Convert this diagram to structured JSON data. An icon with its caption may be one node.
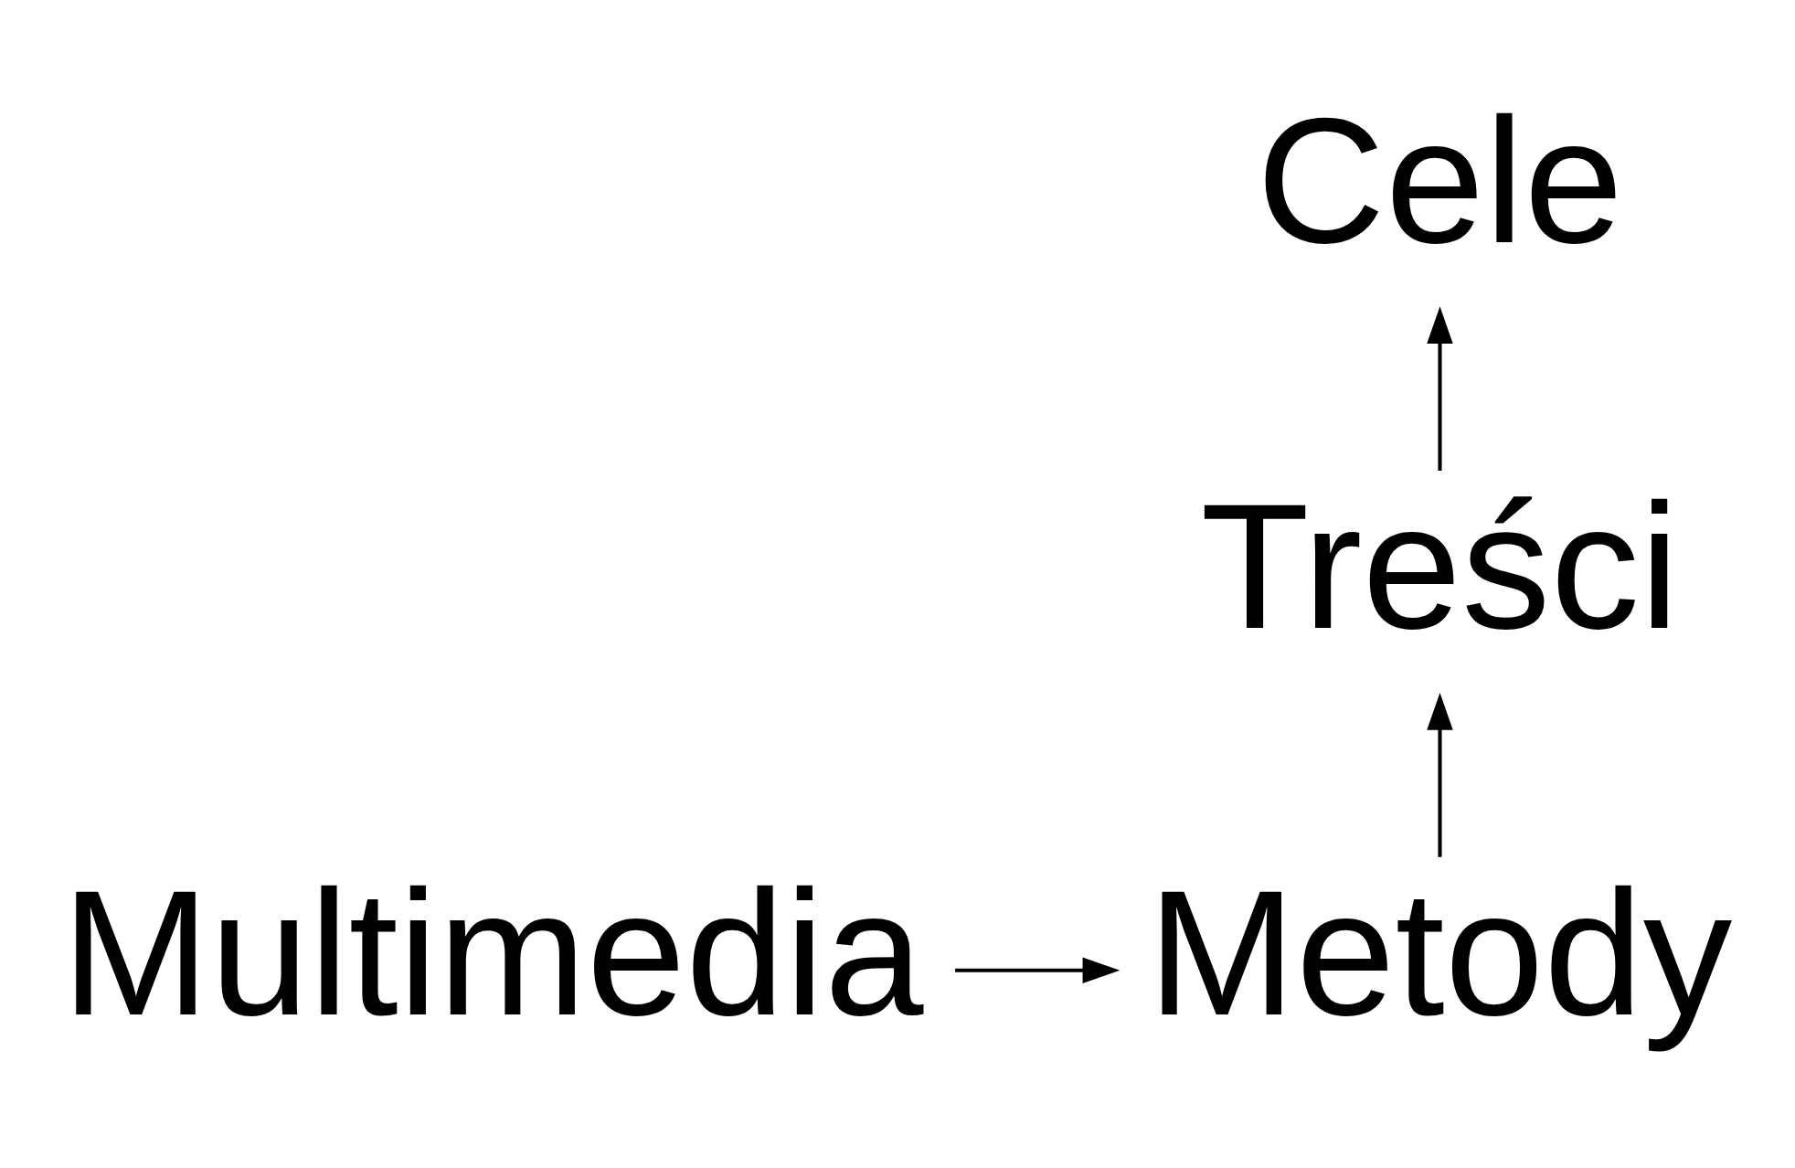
{
  "diagram": {
    "nodes": [
      {
        "text": [
          "Cele"
        ]
      },
      {
        "text": [
          "Treści"
        ]
      },
      {
        "text": [
          "Multimedia"
        ]
      },
      {
        "text": [
          "Metody"
        ]
      }
    ],
    "edges": [
      {
        "from": 2,
        "to": 3,
        "arrow": "to"
      },
      {
        "from": 3,
        "to": 1,
        "arrow": "to"
      },
      {
        "from": 1,
        "to": 0,
        "arrow": "to"
      }
    ]
  }
}
